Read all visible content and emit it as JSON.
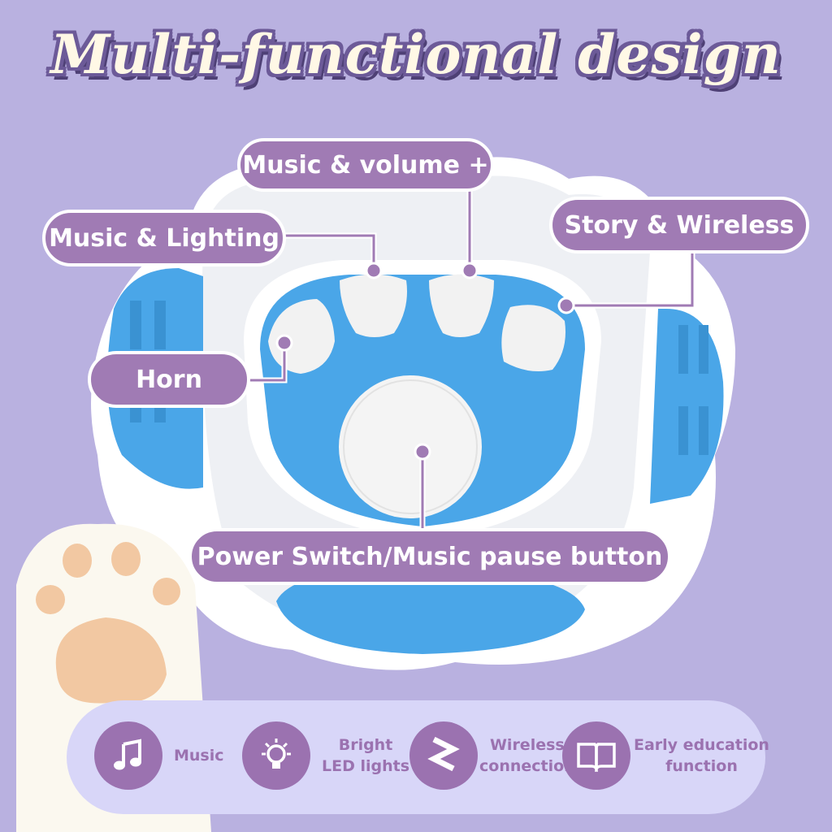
{
  "title": "Multi-functional design",
  "callouts": {
    "volume": "Music & volume +",
    "lighting": "Music & Lighting",
    "story": "Story & Wireless",
    "horn": "Horn",
    "power": "Power Switch/Music pause button"
  },
  "features": [
    {
      "icon": "music-note-icon",
      "line1": "Music",
      "line2": ""
    },
    {
      "icon": "light-bulb-icon",
      "line1": "Bright",
      "line2": "LED lights"
    },
    {
      "icon": "wireless-icon",
      "line1": "Wireless",
      "line2": "connection"
    },
    {
      "icon": "open-book-icon",
      "line1": "Early education",
      "line2": "function"
    }
  ],
  "colors": {
    "background": "#b9b1e0",
    "callout": "#a07bb4",
    "toy_blue": "#4aa6e8",
    "paw_pad": "#f2c8a2"
  }
}
